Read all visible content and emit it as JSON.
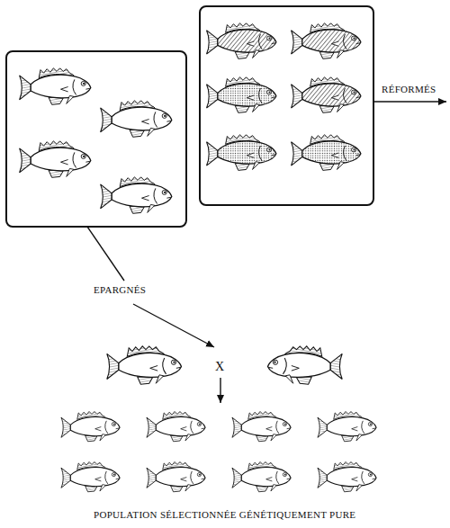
{
  "diagram": {
    "caption": "POPULATION SÉLECTIONNÉE GÉNÉTIQUEMENT PURE",
    "labels": [
      "RÉFORMÉS",
      "EPARGNÉS",
      "X"
    ]
  }
}
